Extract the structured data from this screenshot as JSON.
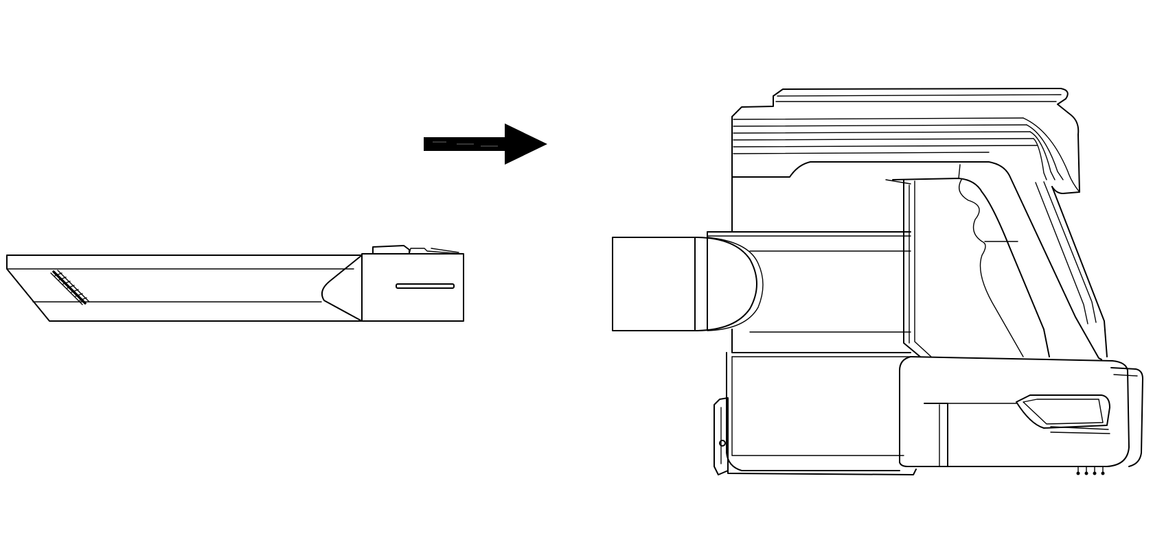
{
  "figure": {
    "items": [
      {
        "name": "crevice-tool",
        "icon": "crevice-nozzle-icon"
      },
      {
        "name": "direction-arrow",
        "icon": "arrow-right-icon"
      },
      {
        "name": "handheld-vacuum-body",
        "icon": "handheld-vacuum-icon"
      }
    ],
    "colors": {
      "line": "#000000",
      "background": "#ffffff"
    }
  }
}
